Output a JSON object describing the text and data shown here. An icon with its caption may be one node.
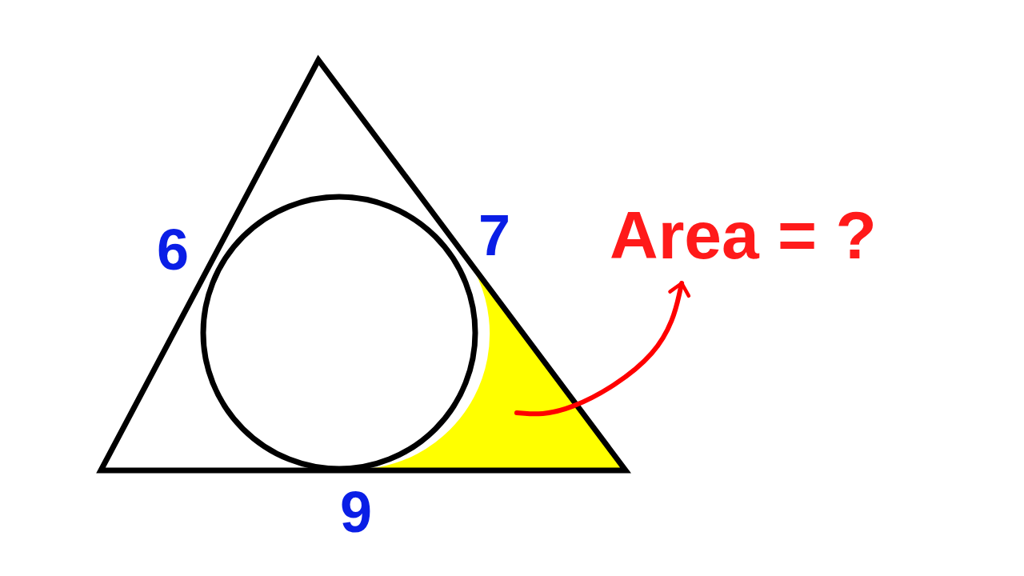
{
  "diagram": {
    "nodes": [
      {
        "text": [],
        "shape": "region"
      },
      {
        "text": [
          "Area = ?"
        ]
      }
    ],
    "edges": [
      {
        "from": 0,
        "to": 1,
        "arrow": "to",
        "color": "#ff0000"
      }
    ],
    "labels": [
      "6",
      "7",
      "9"
    ]
  }
}
